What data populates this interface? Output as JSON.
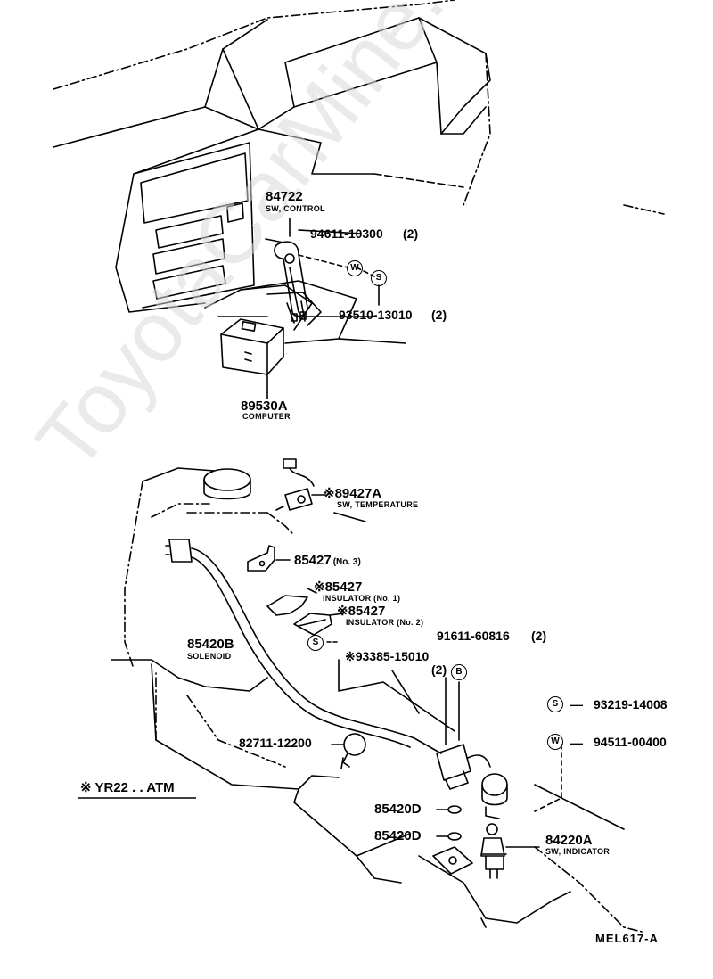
{
  "watermark": "ToyotaCarMine.ru",
  "parts": {
    "sw_control": {
      "number": "84722",
      "name": "SW, CONTROL"
    },
    "screw_94611": {
      "number": "94611-10300",
      "qty": "(2)"
    },
    "screw_93510": {
      "number": "93510-13010",
      "qty": "(2)"
    },
    "computer": {
      "number": "89530A",
      "name": "COMPUTER"
    },
    "sw_temperature": {
      "number": "89427A",
      "mark": "※",
      "name": "SW, TEMPERATURE"
    },
    "bracket_85427_no3": {
      "number": "85427",
      "note": "(No. 3)"
    },
    "insulator_no1": {
      "number": "85427",
      "mark": "※",
      "name": "INSULATOR (No. 1)"
    },
    "insulator_no2": {
      "number": "85427",
      "mark": "※",
      "name": "INSULATOR (No. 2)"
    },
    "solenoid": {
      "number": "85420B",
      "name": "SOLENOID"
    },
    "bolt_91611": {
      "number": "91611-60816",
      "qty": "(2)"
    },
    "bolt_93385": {
      "number": "93385-15010",
      "mark": "※",
      "qty": "(2)"
    },
    "legend_s": {
      "symbol": "S",
      "number": "93219-14008"
    },
    "legend_w": {
      "symbol": "W",
      "number": "94511-00400"
    },
    "clamp": {
      "number": "82711-12200"
    },
    "oring_1": {
      "number": "85420D"
    },
    "oring_2": {
      "number": "85420D"
    },
    "sw_indicator": {
      "number": "84220A",
      "name": "SW, INDICATOR"
    }
  },
  "symbols": {
    "w": "W",
    "s": "S",
    "b": "B"
  },
  "note": {
    "mark": "※",
    "text": "YR22 . . ATM"
  },
  "diagram_code": "MEL617-A"
}
